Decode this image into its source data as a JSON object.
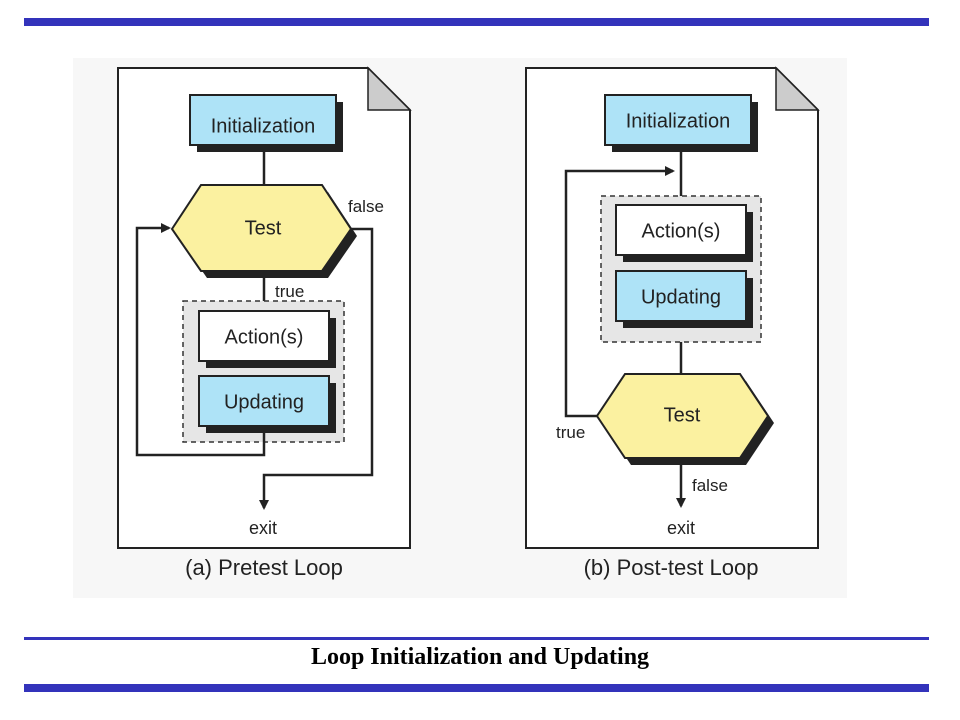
{
  "slide": {
    "title": "Loop Initialization and Updating"
  },
  "colors": {
    "accent_rule": "#3333bb",
    "process_box": "#aee3f7",
    "decision_box": "#fbf1a0",
    "action_box": "#ffffff",
    "grouping": "#e6e6e6"
  },
  "pretest": {
    "caption": "(a) Pretest Loop",
    "initialization": "Initialization",
    "test": "Test",
    "action": "Action(s)",
    "updating": "Updating",
    "true_label": "true",
    "false_label": "false",
    "exit_label": "exit"
  },
  "posttest": {
    "caption": "(b) Post-test Loop",
    "initialization": "Initialization",
    "action": "Action(s)",
    "updating": "Updating",
    "test": "Test",
    "true_label": "true",
    "false_label": "false",
    "exit_label": "exit"
  }
}
